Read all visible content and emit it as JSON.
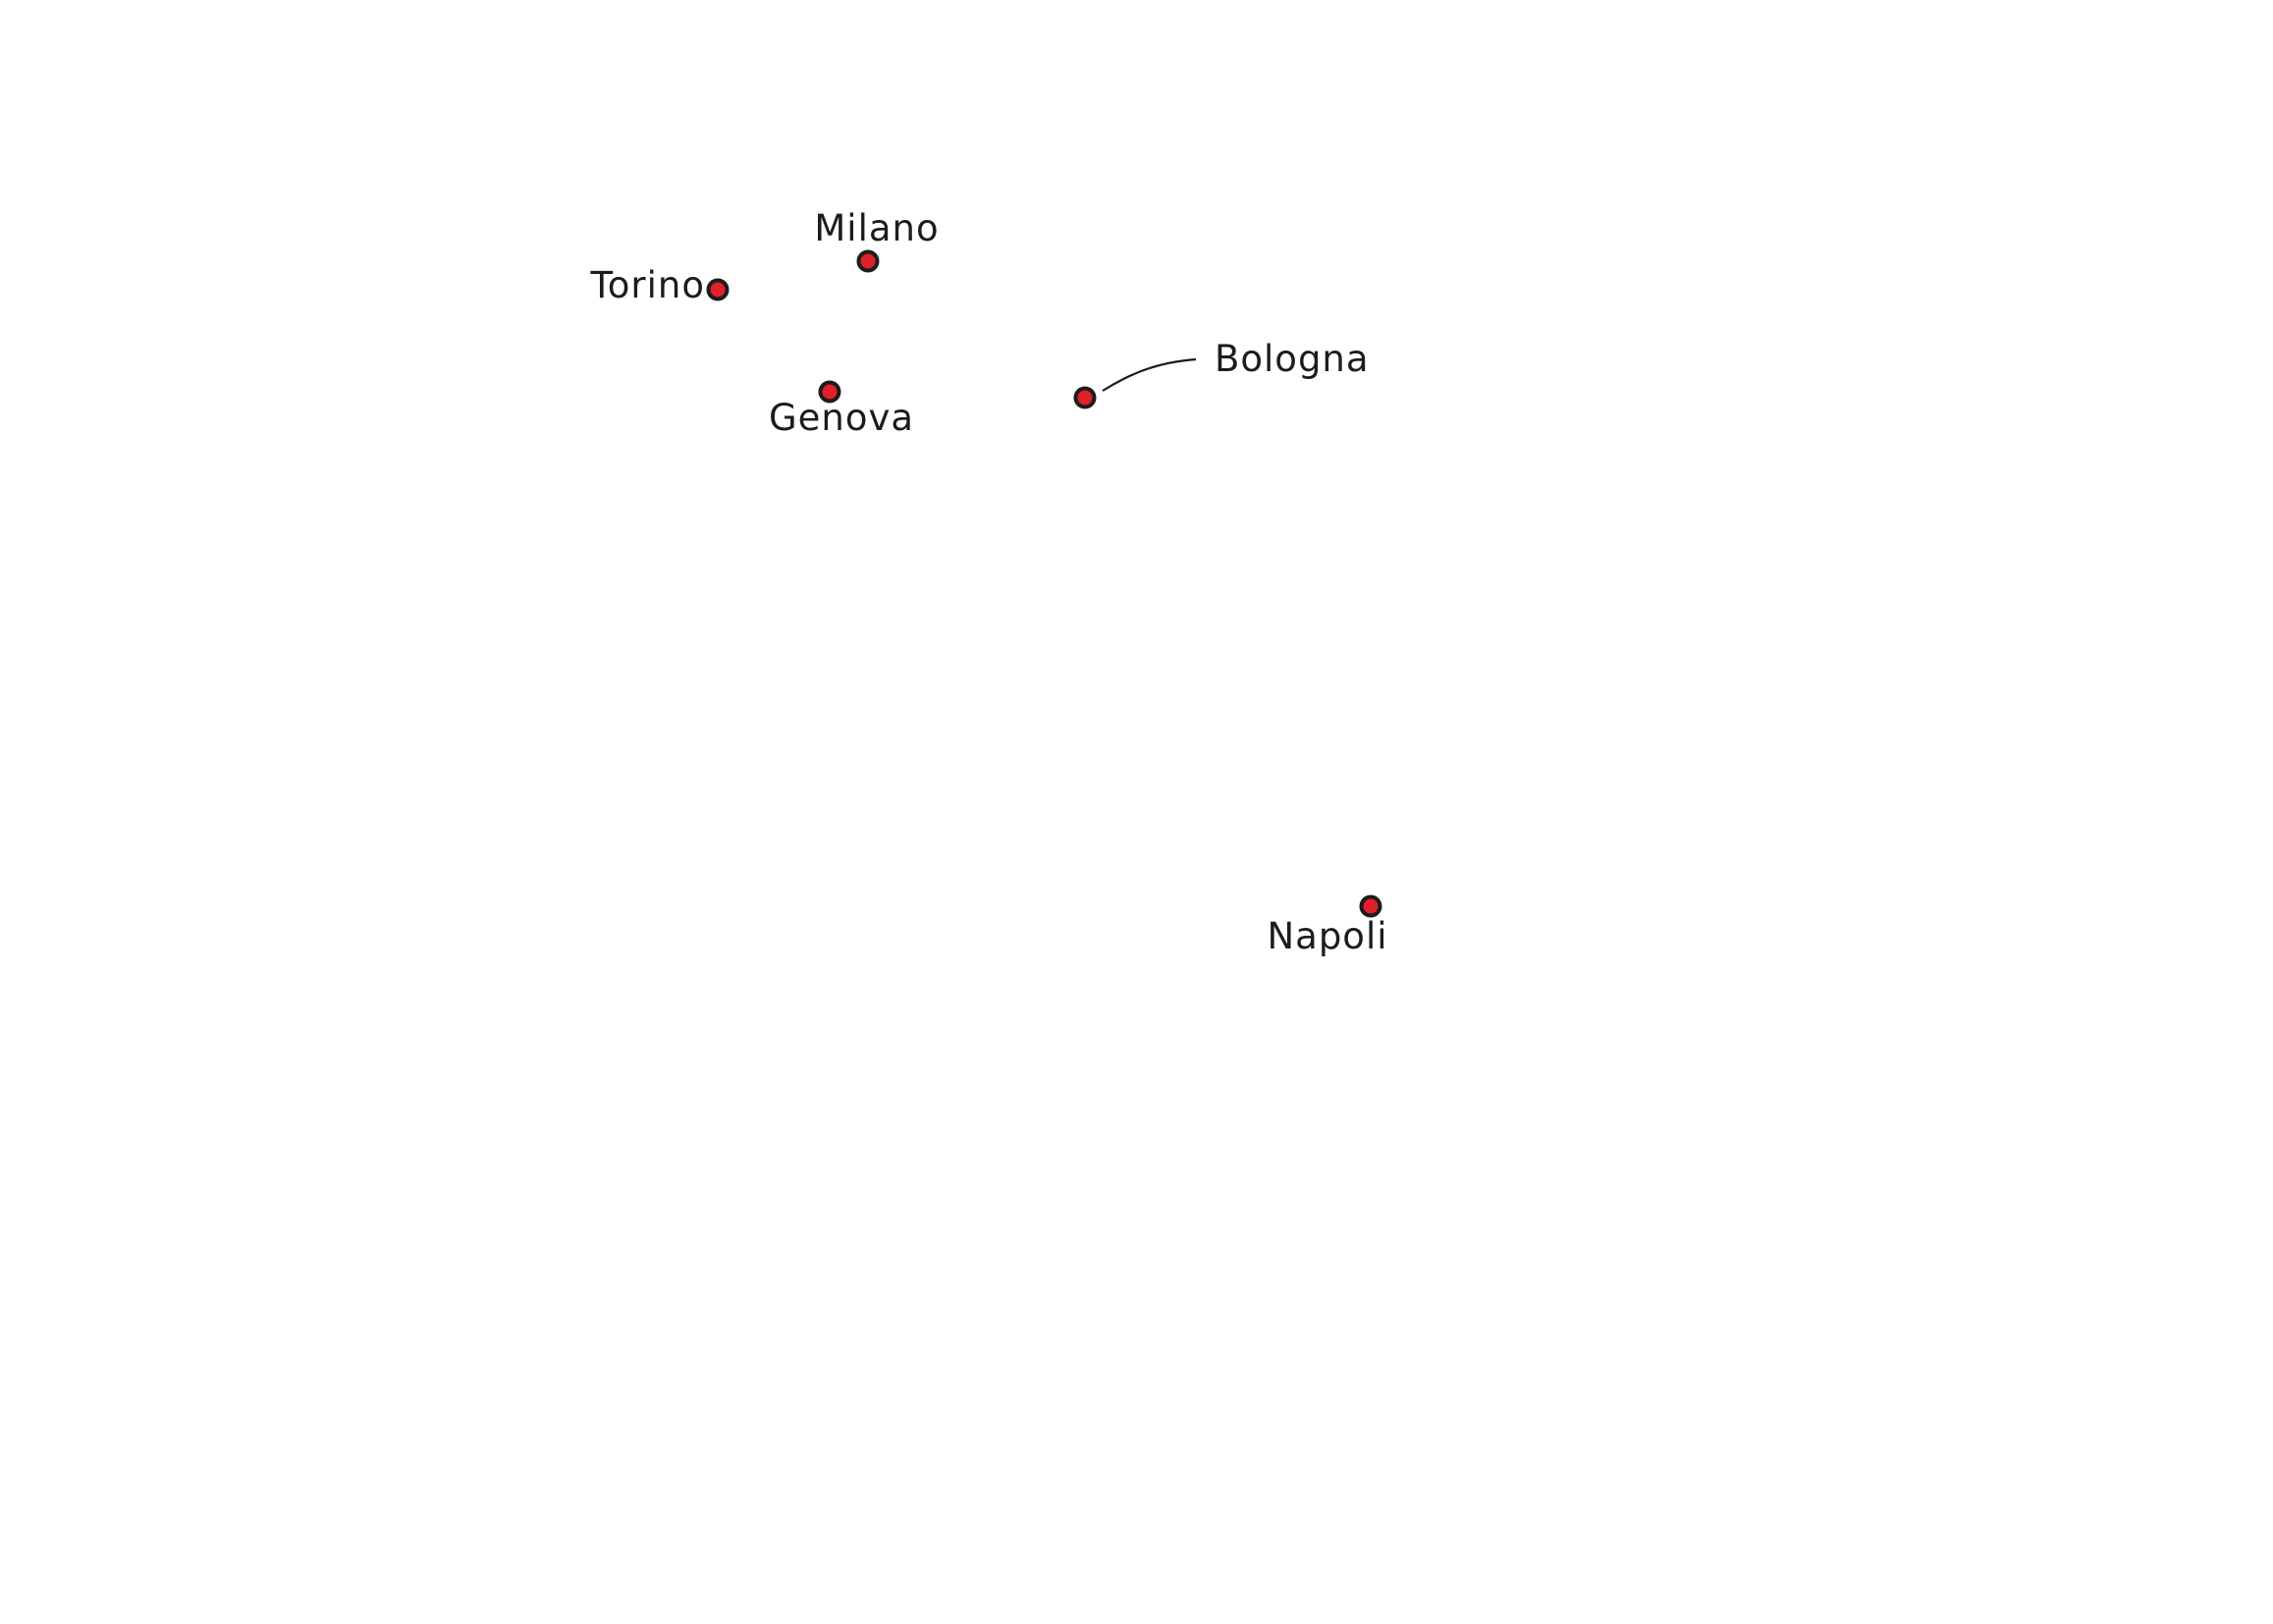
{
  "map": {
    "colors": {
      "background": "#ffffff",
      "marker_fill": "#e0202a",
      "marker_stroke": "#1c1c1c",
      "label": "#1c1c1c",
      "leader_line": "#1c1c1c"
    },
    "cities": [
      {
        "id": "torino",
        "name": "Torino"
      },
      {
        "id": "milano",
        "name": "Milano"
      },
      {
        "id": "genova",
        "name": "Genova"
      },
      {
        "id": "bologna",
        "name": "Bologna"
      },
      {
        "id": "napoli",
        "name": "Napoli"
      }
    ]
  }
}
